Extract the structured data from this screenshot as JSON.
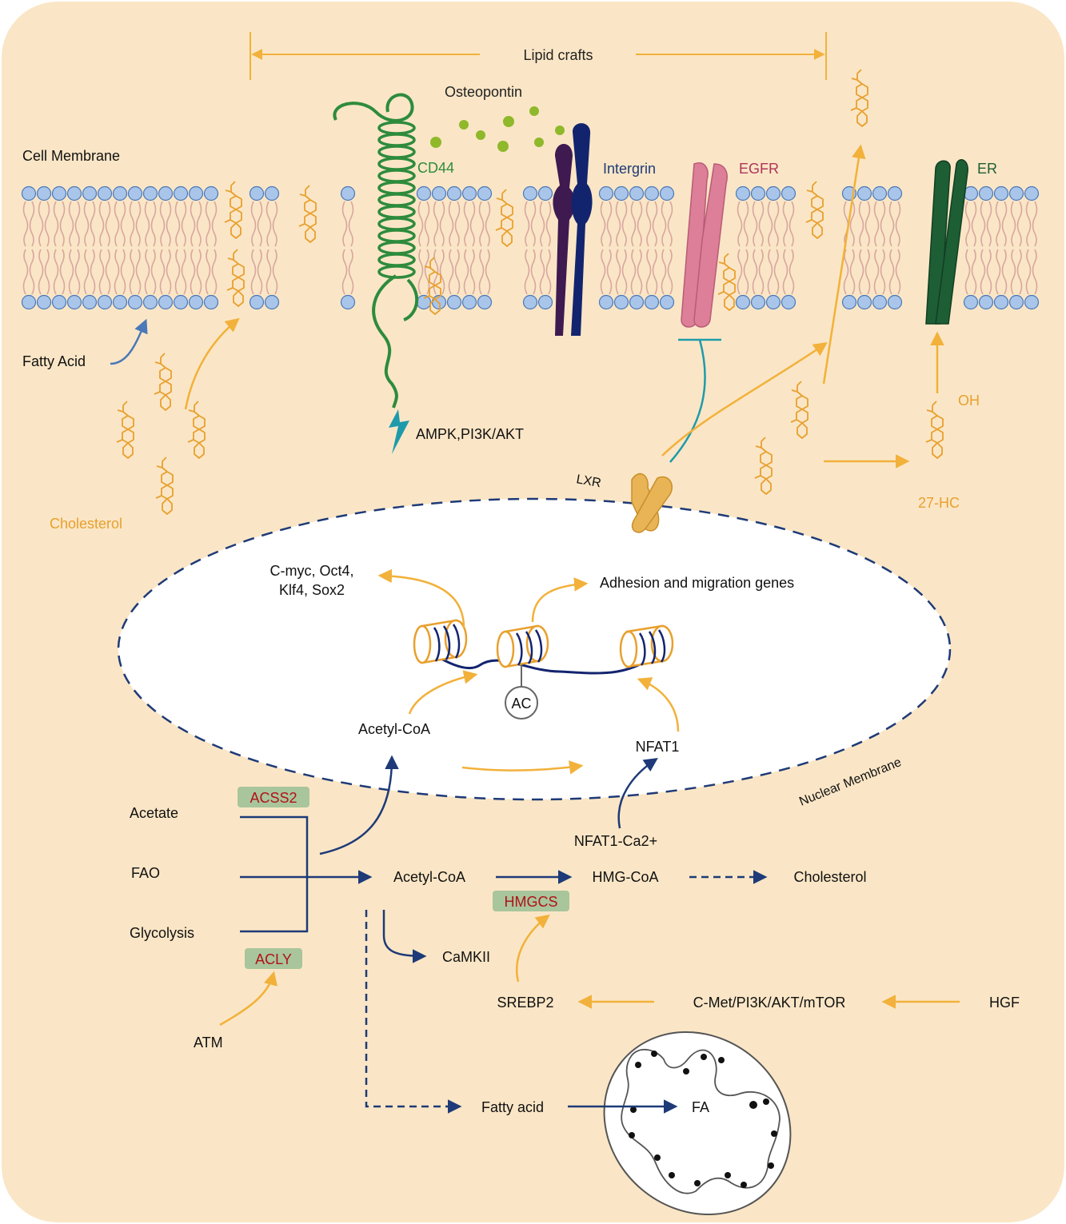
{
  "colors": {
    "background": "#FAE6C6",
    "bead": "#A9C5E9",
    "bead_edge": "#4A78B8",
    "lipid_tail": "#D9A6A0",
    "gold": "#F2B13A",
    "sterol": "#E8A02E",
    "navy": "#1E3A78",
    "green": "#2E8B3D",
    "green_dark": "#1D5E35",
    "purple": "#3E1A50",
    "blue_dark": "#13246E",
    "pink": "#DD7F98",
    "olive": "#8FB82A",
    "teal": "#1E9BAA",
    "label_red": "#B0121A",
    "badge_green": "#A9C59B",
    "nucleus_fill": "#FFFFFF"
  },
  "membrane": {
    "cell_membrane_label": "Cell Membrane",
    "lipid_rafts_label": "Lipid crafts"
  },
  "receptors": {
    "osteopontin": "Osteopontin",
    "cd44": "CD44",
    "integrin": "Intergrin",
    "egfr": "EGFR",
    "er": "ER"
  },
  "cytoplasm": {
    "fatty_acid": "Fatty Acid",
    "cholesterol": "Cholesterol",
    "ampk": "AMPK,PI3K/AKT",
    "lxr": "LXR",
    "oh": "OH",
    "hc27": "27-HC"
  },
  "nucleus": {
    "stemness_genes": "C-myc, Oct4,\nKlf4, Sox2",
    "adhesion_genes": "Adhesion and migration genes",
    "ac": "AC",
    "acetyl_coa": "Acetyl-CoA",
    "nfat1": "NFAT1",
    "nuclear_membrane": "Nuclear Membrane"
  },
  "metabolism": {
    "acetate": "Acetate",
    "fao": "FAO",
    "glycolysis": "Glycolysis",
    "acss2": "ACSS2",
    "acly": "ACLY",
    "atm": "ATM",
    "nfat1_ca": "NFAT1-Ca2+",
    "acetyl_coa": "Acetyl-CoA",
    "hmg_coa": "HMG-CoA",
    "cholesterol": "Cholesterol",
    "hmgcs": "HMGCS",
    "camkii": "CaMKII",
    "srebp2": "SREBP2",
    "cmet": "C-Met/PI3K/AKT/mTOR",
    "hgf": "HGF",
    "fatty_acid": "Fatty acid",
    "fa": "FA"
  }
}
